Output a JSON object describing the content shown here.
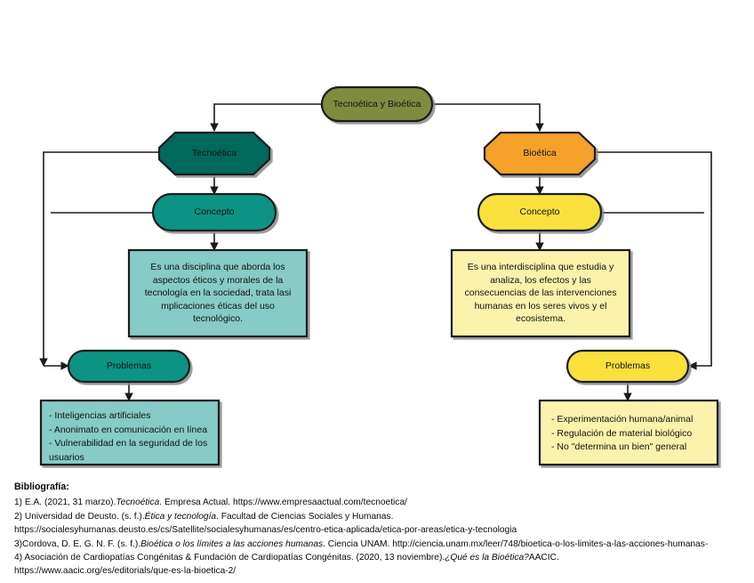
{
  "diagram": {
    "title_node": {
      "label": "Tecnoética y Bioética",
      "fill": "#7f8c3f",
      "stroke": "#1a1a1a",
      "shape": "rounded-rect"
    },
    "branches": [
      {
        "key": "tecnoetica",
        "heading": {
          "label": "Tecnoética",
          "fill": "#00695c",
          "shape": "octagon"
        },
        "concept": {
          "label": "Concepto",
          "fill": "#0f9384",
          "shape": "pill"
        },
        "concept_box": {
          "text": "Es una disciplina que aborda los aspectos éticos y morales de la tecnología en la sociedad, trata lasi mplicaciones éticas del uso tecnológico.",
          "fill": "#86cbc5",
          "shape": "rect"
        },
        "problems": {
          "label": "Problemas",
          "fill": "#0f9384",
          "shape": "pill"
        },
        "problems_box": {
          "items": [
            "- Inteligencias artificiales",
            "- Anonimato en comunicación en línea",
            "- Vulnerabilidad en la seguridad de los usuarios"
          ],
          "fill": "#86cbc5",
          "shape": "rect"
        }
      },
      {
        "key": "bioetica",
        "heading": {
          "label": "Bioética",
          "fill": "#f5a12a",
          "shape": "octagon"
        },
        "concept": {
          "label": "Concepto",
          "fill": "#fbe13c",
          "shape": "pill"
        },
        "concept_box": {
          "text": "Es una interdisciplina que estudia y analiza, los efectos y las consecuencias de las intervenciones humanas en los seres vivos y el ecosistema.",
          "fill": "#fbf3ac",
          "shape": "rect"
        },
        "problems": {
          "label": "Problemas",
          "fill": "#fbe13c",
          "shape": "pill"
        },
        "problems_box": {
          "items": [
            "- Experimentación humana/animal",
            "- Regulación de material biológico",
            "- No \"determina un bien\" general"
          ],
          "fill": "#fbf3ac",
          "shape": "rect"
        }
      }
    ],
    "connector_color": "#1a1a1a"
  },
  "bibliography": {
    "heading": "Bibliografía:",
    "entries": [
      {
        "pre": "1) E.A. (2021, 31 marzo).",
        "italic": "Tecnoética",
        "post": ". Empresa Actual. https://www.empresaactual.com/tecnoetica/"
      },
      {
        "pre": "2) Universidad de Deusto. (s. f.).",
        "italic": "Ética y tecnología",
        "post": ". Facultad de Ciencias Sociales y Humanas."
      },
      {
        "pre": "https://socialesyhumanas.deusto.es/cs/Satellite/socialesyhumanas/es/centro-etica-aplicada/etica-por-areas/etica-y-tecnologia",
        "italic": "",
        "post": ""
      },
      {
        "pre": "3)Cordova, D. E. G. N. F. (s. f.).",
        "italic": "Bioética o los límites a las acciones humanas",
        "post": ". Ciencia UNAM. http://ciencia.unam.mx/leer/748/bioetica-o-los-limites-a-las-acciones-humanas-"
      },
      {
        "pre": "4) Asociación de Cardiopatías Congénitas & Fundación de Cardiopatías Congénitas. (2020, 13 noviembre).",
        "italic": "¿Qué es la Bioética?",
        "post": "AACIC."
      },
      {
        "pre": "https://www.aacic.org/es/editorials/que-es-la-bioetica-2/",
        "italic": "",
        "post": ""
      }
    ]
  }
}
